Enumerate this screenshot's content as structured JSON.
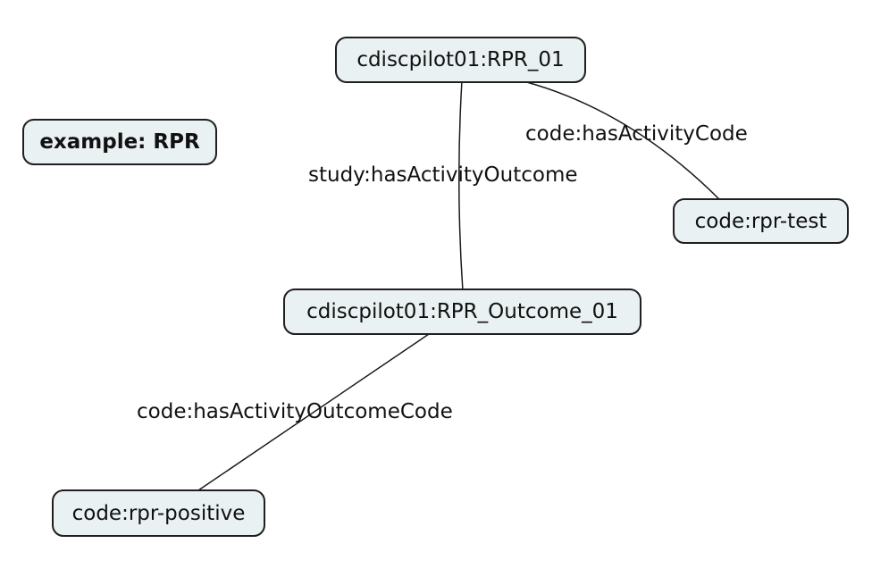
{
  "diagram": {
    "background_color": "#ffffff",
    "node_fill_color": "#e9f1f2",
    "node_border_color": "#1f1f1f",
    "edge_line_color": "#1a1a1a",
    "legend": {
      "label": "example: RPR"
    },
    "nodes": [
      {
        "label": "cdiscpilot01:RPR_01"
      },
      {
        "label": "code:rpr-test"
      },
      {
        "label": "cdiscpilot01:RPR_Outcome_01"
      },
      {
        "label": "code:rpr-positive"
      }
    ],
    "edges": [
      {
        "from": "cdiscpilot01:RPR_01",
        "to": "cdiscpilot01:RPR_Outcome_01",
        "label": "study:hasActivityOutcome"
      },
      {
        "from": "cdiscpilot01:RPR_01",
        "to": "code:rpr-test",
        "label": "code:hasActivityCode"
      },
      {
        "from": "cdiscpilot01:RPR_Outcome_01",
        "to": "code:rpr-positive",
        "label": "code:hasActivityOutcomeCode"
      }
    ]
  }
}
